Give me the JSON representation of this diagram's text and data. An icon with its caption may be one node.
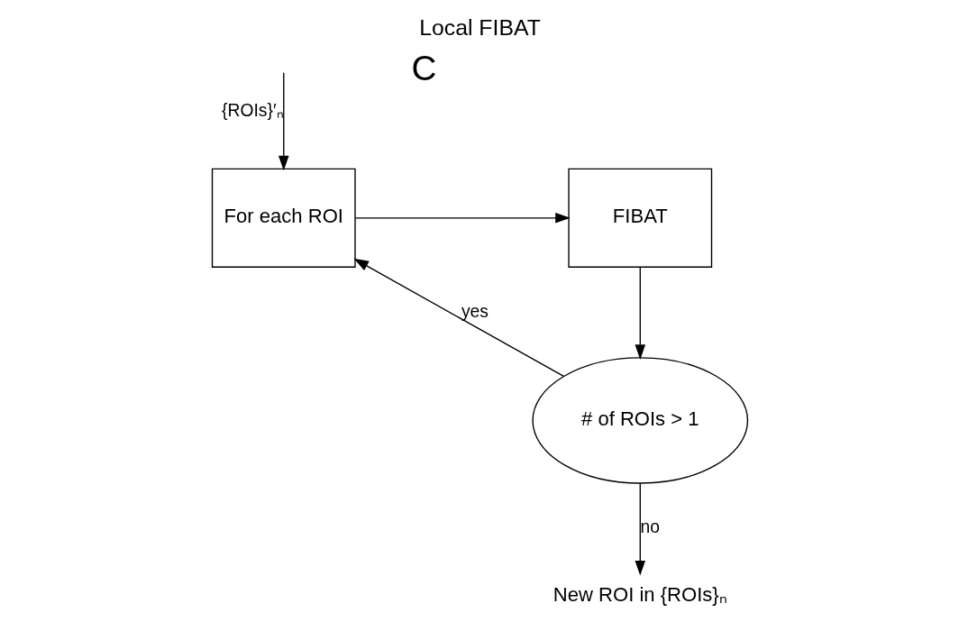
{
  "diagram": {
    "title": "Local FIBAT",
    "nodes": [
      {
        "text": [
          "For each ROI"
        ]
      },
      {
        "text": [
          "FIBAT"
        ]
      },
      {
        "text": [
          "# of ROIs > 1"
        ]
      },
      {
        "text": [
          "New ROI in {ROIs}ₙ"
        ]
      }
    ],
    "edges": [
      {
        "from": null,
        "to": 0,
        "arrow": "to",
        "label": "{ROIs}′ₙ"
      },
      {
        "from": 0,
        "to": 1,
        "arrow": "to"
      },
      {
        "from": 1,
        "to": 2,
        "arrow": "to"
      },
      {
        "from": 2,
        "to": 0,
        "arrow": "to",
        "label": "yes"
      },
      {
        "from": 2,
        "to": 3,
        "arrow": "to",
        "label": "no"
      }
    ],
    "labels": [
      "C"
    ]
  }
}
